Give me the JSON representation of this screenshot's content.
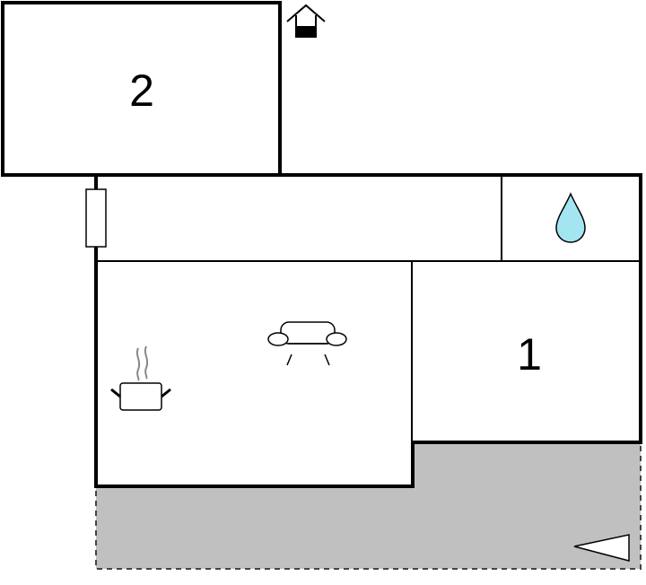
{
  "rooms": [
    {
      "id": "bedroom-2",
      "label": "2"
    },
    {
      "id": "bedroom-1",
      "label": "1"
    }
  ],
  "icons": [
    {
      "name": "house-entrance-icon"
    },
    {
      "name": "water-drop-icon",
      "color": "#a3e6f2"
    },
    {
      "name": "sofa-icon"
    },
    {
      "name": "cooking-pot-icon"
    },
    {
      "name": "window-icon"
    },
    {
      "name": "triangle-pointer-icon"
    }
  ],
  "colors": {
    "wall": "#000000",
    "terrace": "#c0c0c0",
    "water": "#a3e6f2",
    "background": "#ffffff"
  }
}
